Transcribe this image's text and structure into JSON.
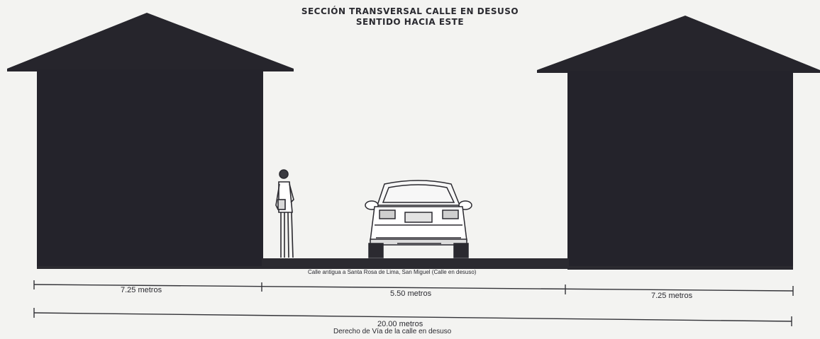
{
  "title": {
    "line1": "SECCIÓN TRANSVERSAL CALLE EN DESUSO",
    "line2": "SENTIDO HACIA ESTE"
  },
  "street_label": "Calle antigua a Santa Rosa de Lima, San Miguel (Calle en desuso)",
  "dimensions": {
    "left": "7.25 metros",
    "middle": "5.50 metros",
    "right": "7.25 metros",
    "total": "20.00 metros",
    "total_caption": "Derecho de Vía de la calle en desuso"
  },
  "colors": {
    "building": "#24232b",
    "roof": "#26252c",
    "ground": "#2b2a30",
    "line": "#333338",
    "background": "#f3f3f1"
  }
}
